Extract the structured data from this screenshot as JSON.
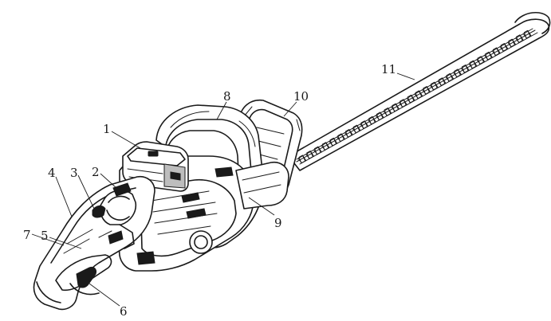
{
  "figure": {
    "callouts": [
      {
        "id": "c1",
        "text": "1"
      },
      {
        "id": "c2",
        "text": "2"
      },
      {
        "id": "c3",
        "text": "3"
      },
      {
        "id": "c4",
        "text": "4"
      },
      {
        "id": "c5",
        "text": "5"
      },
      {
        "id": "c6",
        "text": "6"
      },
      {
        "id": "c7",
        "text": "7"
      },
      {
        "id": "c8",
        "text": "8"
      },
      {
        "id": "c9",
        "text": "9"
      },
      {
        "id": "c10",
        "text": "10"
      },
      {
        "id": "c11",
        "text": "11"
      }
    ]
  }
}
